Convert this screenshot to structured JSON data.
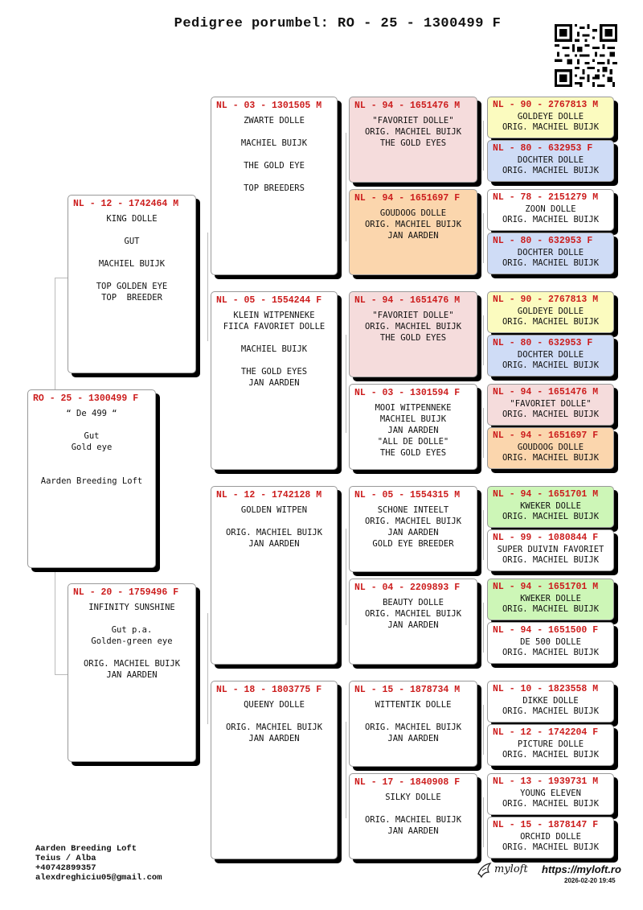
{
  "title": "Pedigree porumbel: RO - 25 - 1300499 F",
  "colors": {
    "white": "#ffffff",
    "pink": "#f5dcdc",
    "orange": "#fbd6ad",
    "yellow": "#fbfbbf",
    "blue": "#cfdcf6",
    "green": "#cdf6b7",
    "ring": "#cc1d1d"
  },
  "cards": [
    {
      "id": "subject",
      "ring": "RO - 25 - 1300499 F",
      "bg": "white",
      "lines": [
        "“ De 499 “",
        "",
        "Gut",
        "Gold eye",
        "",
        "",
        "Aarden Breeding Loft"
      ]
    },
    {
      "id": "sire",
      "ring": "NL - 12 - 1742464 M",
      "bg": "white",
      "lines": [
        "KING DOLLE",
        "",
        "GUT",
        "",
        "MACHIEL BUIJK",
        "",
        "TOP GOLDEN EYE",
        "TOP  BREEDER"
      ]
    },
    {
      "id": "dam",
      "ring": "NL - 20 - 1759496 F",
      "bg": "white",
      "lines": [
        "INFINITY SUNSHINE",
        "",
        "Gut p.a.",
        "Golden-green eye",
        "",
        "ORIG. MACHIEL BUIJK",
        "JAN AARDEN"
      ]
    },
    {
      "id": "ss",
      "ring": "NL - 03 - 1301505 M",
      "bg": "white",
      "lines": [
        "ZWARTE DOLLE",
        "",
        "MACHIEL BUIJK",
        "",
        "THE GOLD EYE",
        "",
        "TOP BREEDERS"
      ]
    },
    {
      "id": "sd",
      "ring": "NL - 05 - 1554244 F",
      "bg": "white",
      "lines": [
        "KLEIN WITPENNEKE",
        "FIICA FAVORIET DOLLE",
        "",
        "MACHIEL BUIJK",
        "",
        "THE GOLD EYES",
        "JAN AARDEN"
      ]
    },
    {
      "id": "ds",
      "ring": "NL - 12 - 1742128 M",
      "bg": "white",
      "lines": [
        "GOLDEN WITPEN",
        "",
        "ORIG. MACHIEL BUIJK",
        "JAN AARDEN"
      ]
    },
    {
      "id": "dd",
      "ring": "NL - 18 - 1803775 F",
      "bg": "white",
      "lines": [
        "QUEENY DOLLE",
        "",
        "ORIG. MACHIEL BUIJK",
        "JAN AARDEN"
      ]
    },
    {
      "id": "sss",
      "ring": "NL - 94 - 1651476 M",
      "bg": "pink",
      "lines": [
        "\"FAVORIET DOLLE\"",
        "ORIG. MACHIEL BUIJK",
        "THE GOLD EYES"
      ]
    },
    {
      "id": "ssd",
      "ring": "NL - 94 - 1651697 F",
      "bg": "orange",
      "lines": [
        "GOUDOOG DOLLE",
        "ORIG. MACHIEL BUIJK",
        "JAN AARDEN"
      ]
    },
    {
      "id": "sds",
      "ring": "NL - 94 - 1651476 M",
      "bg": "pink",
      "lines": [
        "\"FAVORIET DOLLE\"",
        "ORIG. MACHIEL BUIJK",
        "THE GOLD EYES"
      ]
    },
    {
      "id": "sdd",
      "ring": "NL - 03 - 1301594 F",
      "bg": "white",
      "lines": [
        "MOOI WITPENNEKE",
        "MACHIEL BUIJK",
        "JAN AARDEN",
        "\"ALL DE DOLLE\"",
        "THE GOLD EYES"
      ]
    },
    {
      "id": "dss",
      "ring": "NL - 05 - 1554315 M",
      "bg": "white",
      "lines": [
        "SCHONE INTEELT",
        "ORIG. MACHIEL BUIJK",
        "JAN AARDEN",
        "GOLD EYE BREEDER"
      ]
    },
    {
      "id": "dsd",
      "ring": "NL - 04 - 2209893 F",
      "bg": "white",
      "lines": [
        "BEAUTY DOLLE",
        "ORIG. MACHIEL BUIJK",
        "JAN AARDEN"
      ]
    },
    {
      "id": "dds",
      "ring": "NL - 15 - 1878734 M",
      "bg": "white",
      "lines": [
        "WITTENTIK DOLLE",
        "",
        "ORIG. MACHIEL BUIJK",
        "JAN AARDEN"
      ]
    },
    {
      "id": "ddd",
      "ring": "NL - 17 - 1840908 F",
      "bg": "white",
      "lines": [
        "SILKY DOLLE",
        "",
        "ORIG. MACHIEL BUIJK",
        "JAN AARDEN"
      ]
    },
    {
      "id": "g1",
      "ring": "NL - 90 - 2767813 M",
      "bg": "yellow",
      "lines": [
        "GOLDEYE DOLLE",
        "ORIG. MACHIEL BUIJK"
      ]
    },
    {
      "id": "g2",
      "ring": "NL - 80 - 632953 F",
      "bg": "blue",
      "lines": [
        "DOCHTER DOLLE",
        "ORIG. MACHIEL BUIJK"
      ]
    },
    {
      "id": "g3",
      "ring": "NL - 78 - 2151279 M",
      "bg": "white",
      "lines": [
        "ZOON DOLLE",
        "ORIG. MACHIEL BUIJK"
      ]
    },
    {
      "id": "g4",
      "ring": "NL - 80 - 632953 F",
      "bg": "blue",
      "lines": [
        "DOCHTER DOLLE",
        "ORIG. MACHIEL BUIJK"
      ]
    },
    {
      "id": "g5",
      "ring": "NL - 90 - 2767813 M",
      "bg": "yellow",
      "lines": [
        "GOLDEYE DOLLE",
        "ORIG. MACHIEL BUIJK"
      ]
    },
    {
      "id": "g6",
      "ring": "NL - 80 - 632953 F",
      "bg": "blue",
      "lines": [
        "DOCHTER DOLLE",
        "ORIG. MACHIEL BUIJK"
      ]
    },
    {
      "id": "g7",
      "ring": "NL - 94 - 1651476 M",
      "bg": "pink",
      "lines": [
        "\"FAVORIET DOLLE\"",
        "ORIG. MACHIEL BUIJK"
      ]
    },
    {
      "id": "g8",
      "ring": "NL - 94 - 1651697 F",
      "bg": "orange",
      "lines": [
        "GOUDOOG DOLLE",
        "ORIG. MACHIEL BUIJK"
      ]
    },
    {
      "id": "g9",
      "ring": "NL - 94 - 1651701 M",
      "bg": "green",
      "lines": [
        "KWEKER DOLLE",
        "ORIG. MACHIEL BUIJK"
      ]
    },
    {
      "id": "g10",
      "ring": "NL - 99 - 1080844 F",
      "bg": "white",
      "lines": [
        "SUPER DUIVIN FAVORIET",
        "ORIG. MACHIEL BUIJK"
      ]
    },
    {
      "id": "g11",
      "ring": "NL - 94 - 1651701 M",
      "bg": "green",
      "lines": [
        "KWEKER DOLLE",
        "ORIG. MACHIEL BUIJK"
      ]
    },
    {
      "id": "g12",
      "ring": "NL - 94 - 1651500 F",
      "bg": "white",
      "lines": [
        "DE 500 DOLLE",
        "ORIG. MACHIEL BUIJK"
      ]
    },
    {
      "id": "g13",
      "ring": "NL - 10 - 1823558 M",
      "bg": "white",
      "lines": [
        "DIKKE DOLLE",
        "ORIG. MACHIEL BUIJK"
      ]
    },
    {
      "id": "g14",
      "ring": "NL - 12 - 1742204 F",
      "bg": "white",
      "lines": [
        "PICTURE DOLLE",
        "ORIG. MACHIEL BUIJK"
      ]
    },
    {
      "id": "g15",
      "ring": "NL - 13 - 1939731 M",
      "bg": "white",
      "lines": [
        "YOUNG ELEVEN",
        "ORIG. MACHIEL BUIJK"
      ]
    },
    {
      "id": "g16",
      "ring": "NL - 15 - 1878147 F",
      "bg": "white",
      "lines": [
        "ORCHID DOLLE",
        "ORIG. MACHIEL BUIJK"
      ]
    }
  ],
  "footer": {
    "lines": [
      "Aarden Breeding Loft",
      "Teius / Alba",
      "+40742899357",
      "alexdreghiciu05@gmail.com"
    ],
    "brand": "myloft",
    "url": "https://myloft.ro",
    "timestamp": "2026-02-20 19:45"
  }
}
